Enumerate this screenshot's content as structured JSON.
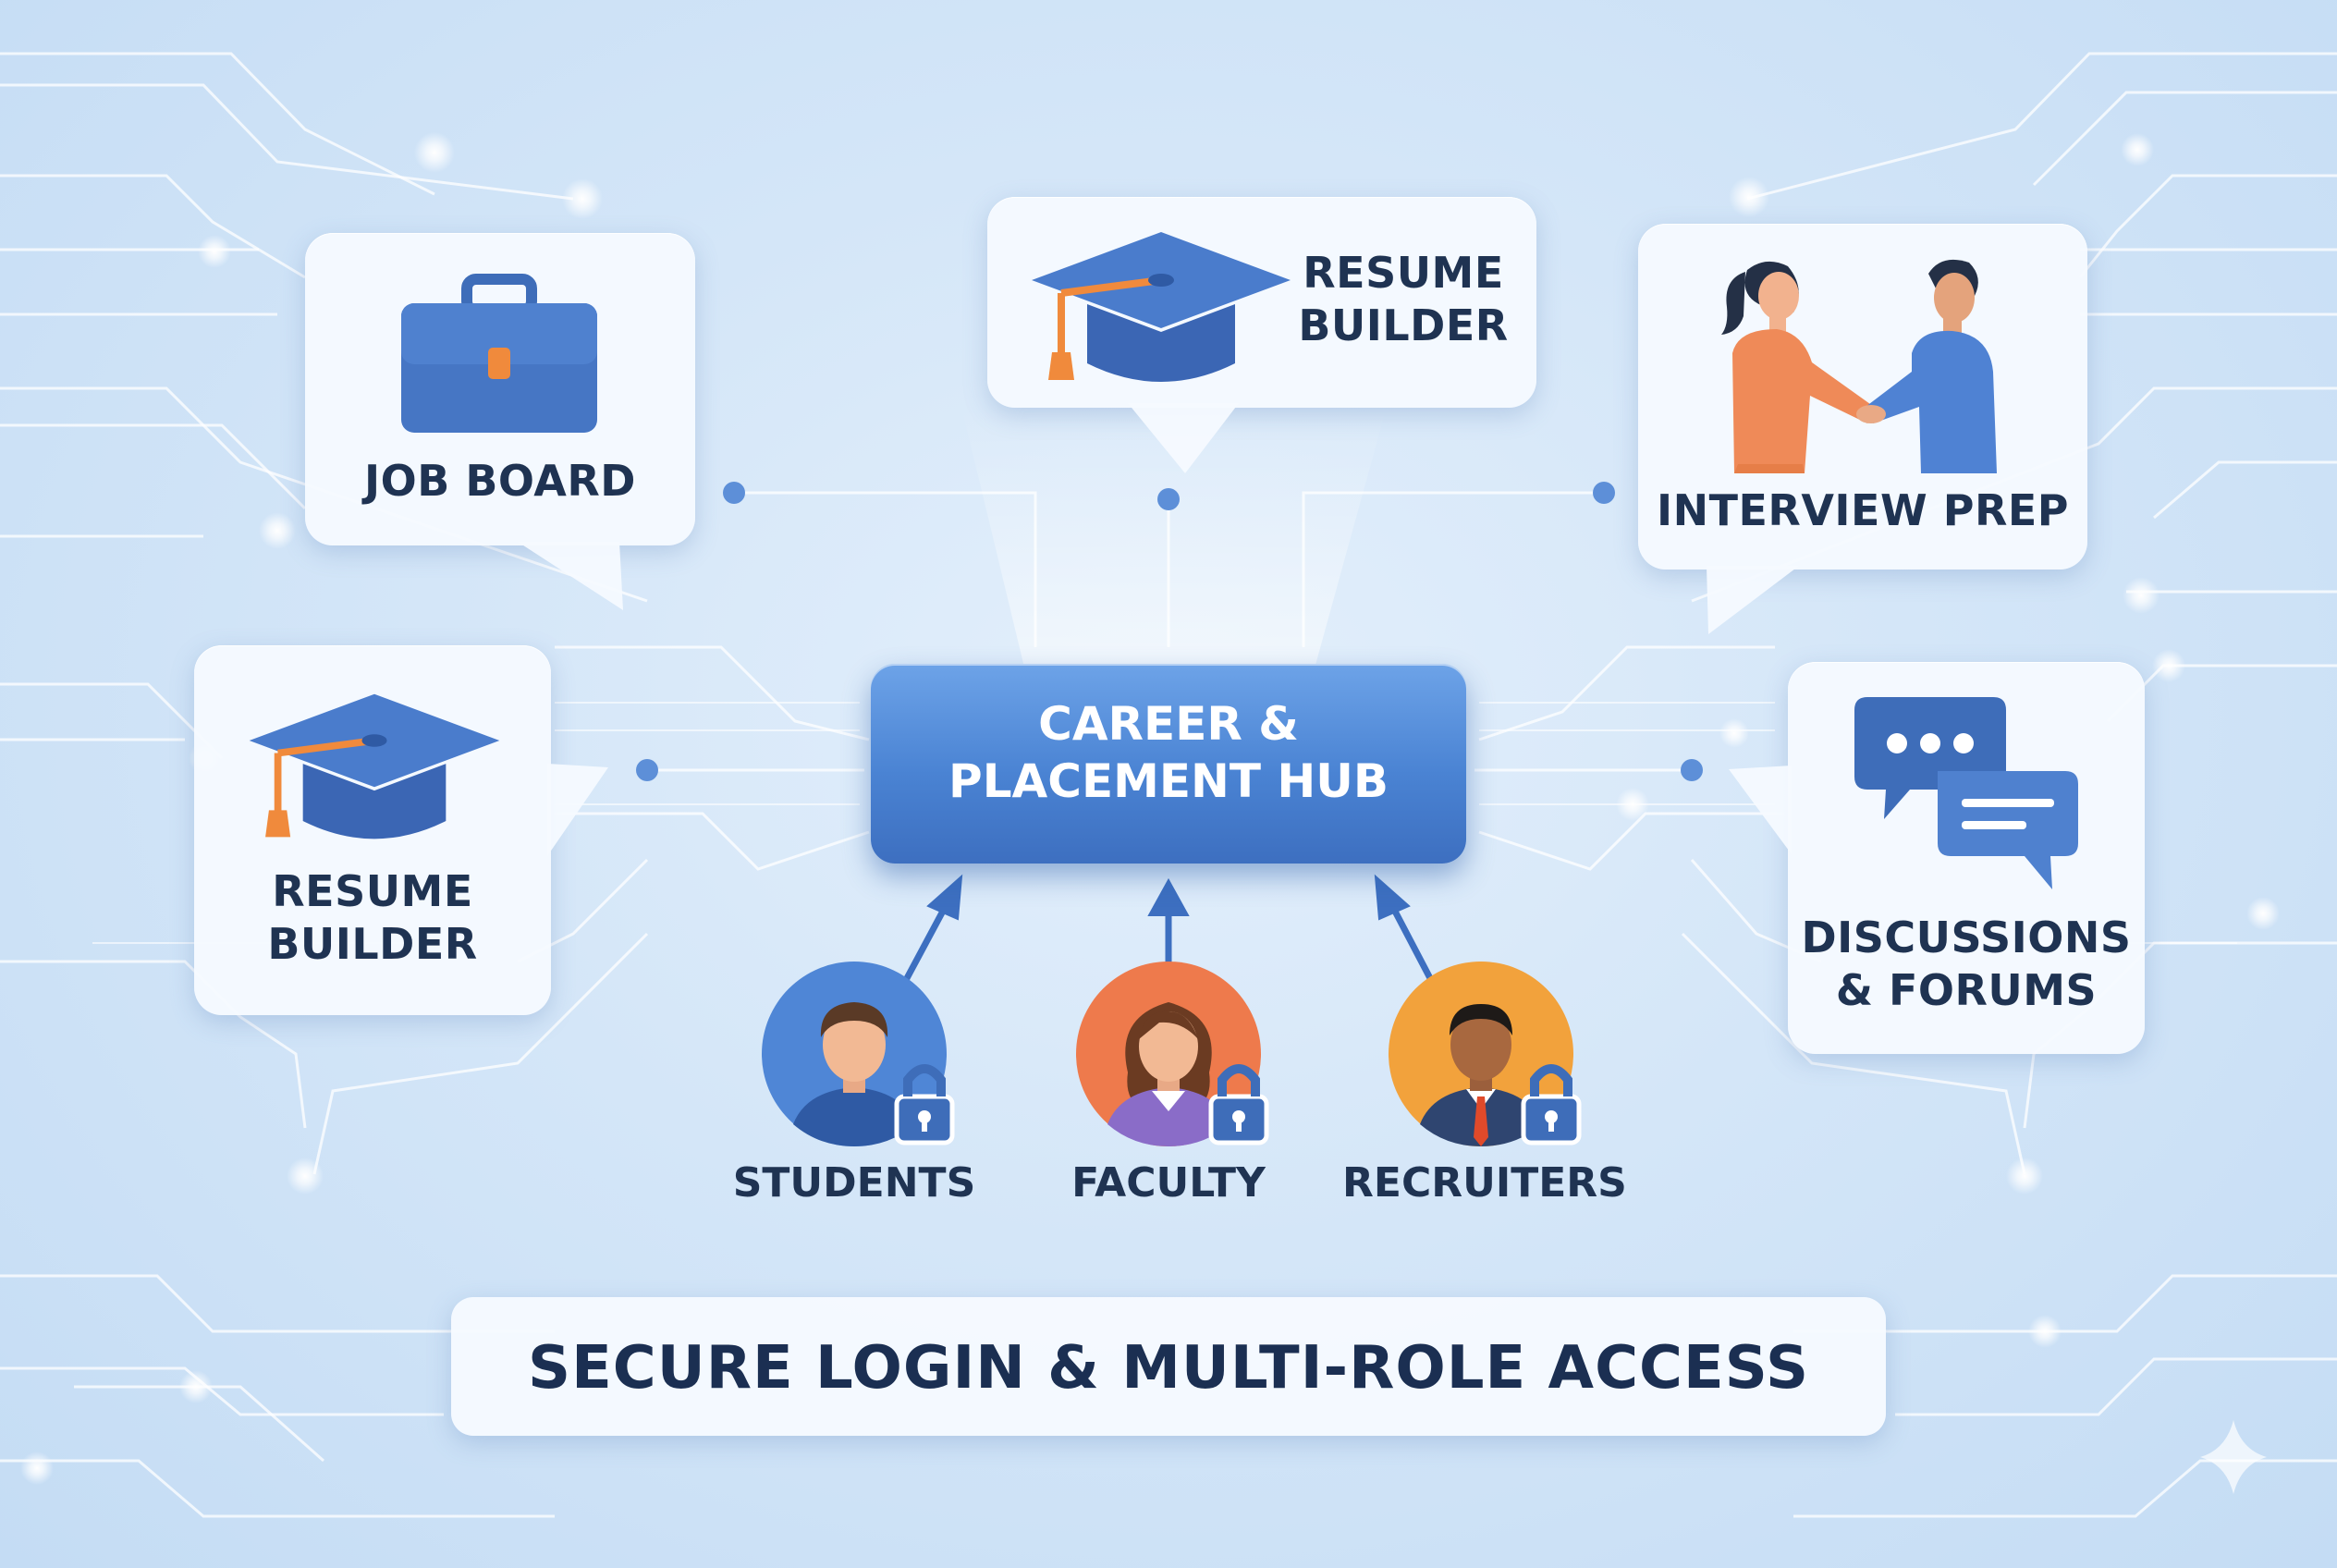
{
  "hub": {
    "line1": "CAREER &",
    "line2": "PLACEMENT HUB"
  },
  "cards": {
    "job_board": {
      "label": "JOB BOARD",
      "icon": "briefcase-icon"
    },
    "resume_top": {
      "line1": "RESUME",
      "line2": "BUILDER",
      "icon": "graduation-cap-icon"
    },
    "interview": {
      "label": "INTERVIEW PREP",
      "icon": "handshake-icon"
    },
    "resume_left": {
      "line1": "RESUME",
      "line2": "BUILDER",
      "icon": "graduation-cap-icon"
    },
    "discussions": {
      "line1": "DISCUSSIONS",
      "line2": "& FORUMS",
      "icon": "chat-bubbles-icon"
    }
  },
  "roles": [
    {
      "label": "STUDENTS",
      "icon": "student-avatar-icon",
      "color": "#4f86d6"
    },
    {
      "label": "FACULTY",
      "icon": "faculty-avatar-icon",
      "color": "#ee7a4c"
    },
    {
      "label": "RECRUITERS",
      "icon": "recruiter-avatar-icon",
      "color": "#f2a23c"
    }
  ],
  "footer": {
    "label": "SECURE LOGIN & MULTI-ROLE ACCESS"
  },
  "colors": {
    "accent": "#4a83d3",
    "orange": "#f08a3c",
    "text": "#1f3352"
  }
}
